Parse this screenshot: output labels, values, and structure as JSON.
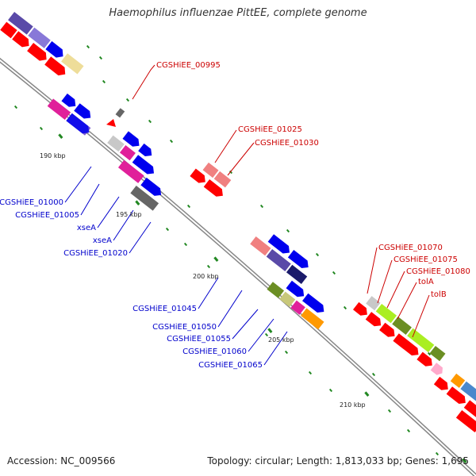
{
  "title": "Haemophilus influenzae PittEE, complete genome",
  "accession_text": "Accession: NC_009566",
  "topology_text": "Topology: circular; Length: 1,813,033 bp; Genes: 1,695",
  "colors": {
    "forward_label": "#0000cc",
    "reverse_label": "#cc0000",
    "forward_gene": "#0000ee",
    "reverse_gene": "#ff0000",
    "backbone": "#888888",
    "tick": "#228822"
  },
  "scale_marks": [
    "190 kbp",
    "195 kbp",
    "200 kbp",
    "205 kbp",
    "210 kbp"
  ],
  "gene_labels_reverse": [
    "CGSHiEE_00995",
    "CGSHiEE_01025",
    "CGSHiEE_01030",
    "CGSHiEE_01070",
    "CGSHiEE_01075",
    "CGSHiEE_01080",
    "tolA",
    "tolB"
  ],
  "gene_labels_forward": [
    "CGSHiEE_01000",
    "CGSHiEE_01005",
    "xseA",
    "xseA",
    "CGSHiEE_01020",
    "CGSHiEE_01045",
    "CGSHiEE_01050",
    "CGSHiEE_01055",
    "CGSHiEE_01060",
    "CGSHiEE_01065"
  ]
}
